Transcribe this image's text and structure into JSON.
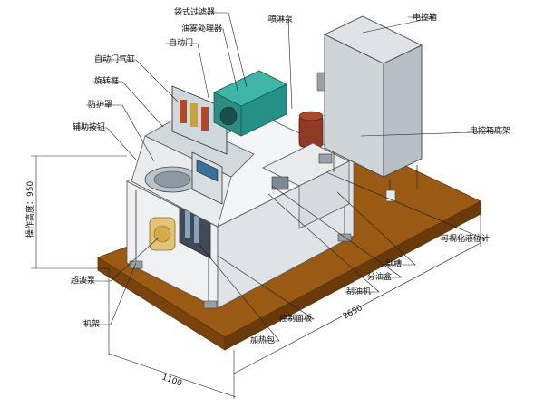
{
  "labels": {
    "bag_filter": "袋式过滤器",
    "spray_pump": "喷淋泵",
    "electric_box": "电控箱",
    "oil_mist_processor": "油雾处理器",
    "auto_door": "自动门",
    "auto_door_cylinder": "自动门气缸",
    "rotary_frame": "旋转框",
    "protective_cover": "防护罩",
    "aux_button": "辅助按钮",
    "electric_box_base": "电控箱底架",
    "visual_level_gauge": "可视化液位计",
    "sub_tank": "副槽",
    "ultrasonic_pump": "超波泵",
    "oil_separator_box": "分油盒",
    "frame": "机架",
    "oil_scraper": "刮油机",
    "control_panel": "控制面板",
    "heating_pack": "加热包"
  },
  "dimensions": {
    "operating_height": "操作高度：950",
    "length": "2650",
    "width": "1100"
  }
}
